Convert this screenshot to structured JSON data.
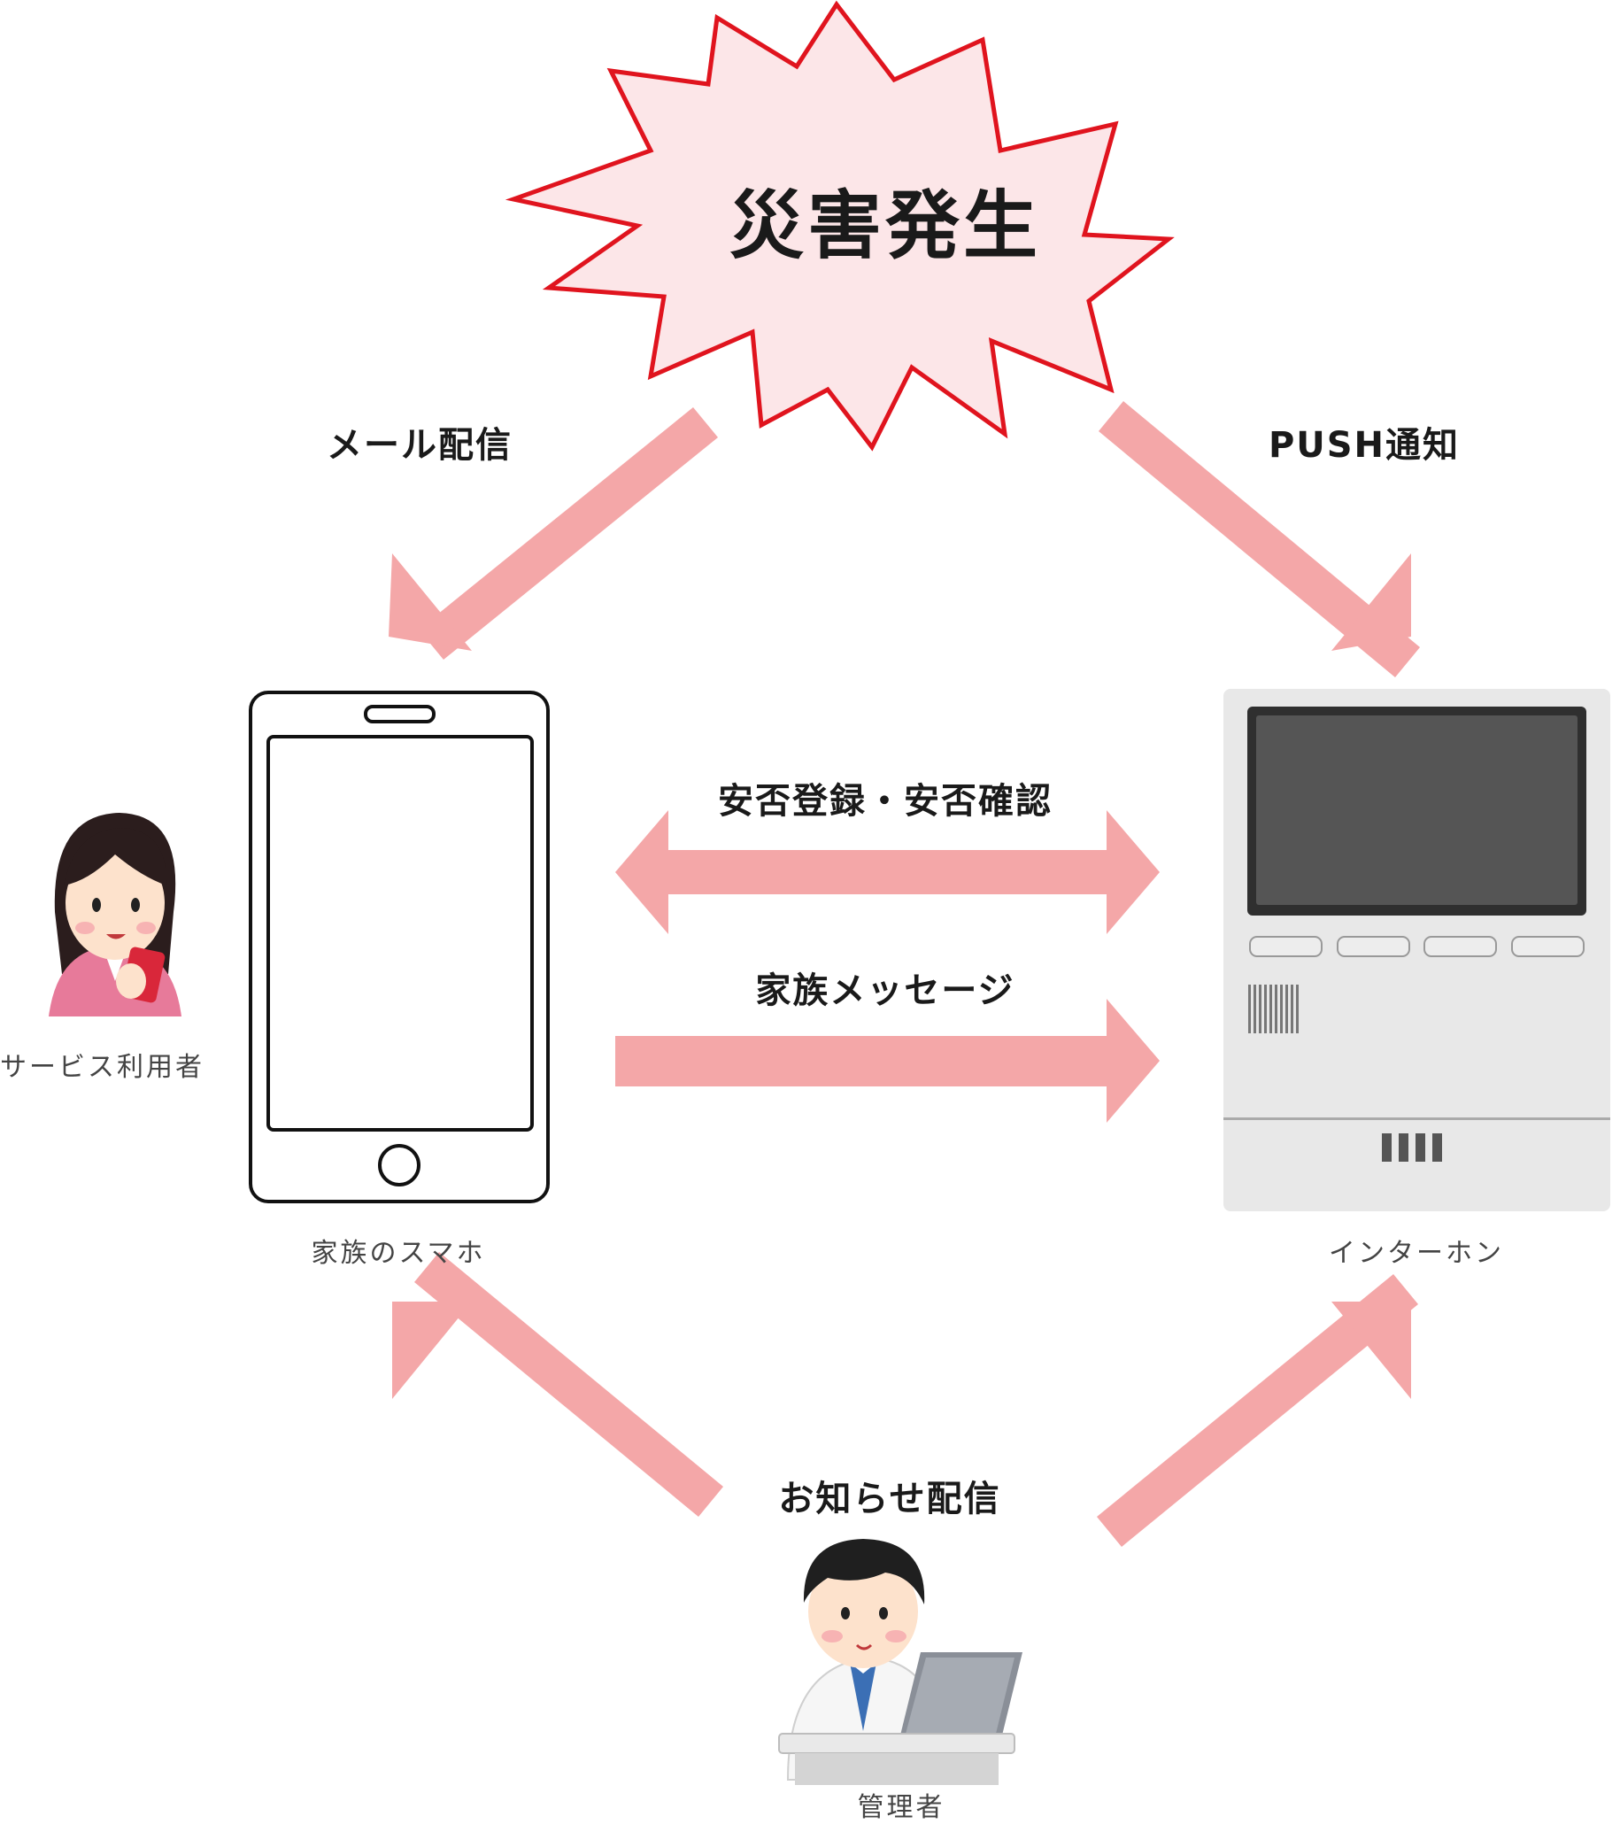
{
  "burst": {
    "label": "災害発生",
    "fill": "#fce6e8",
    "stroke": "#e0141e"
  },
  "arrow_color": "#f4a7a8",
  "flows": {
    "mail": "メール配信",
    "push": "PUSH通知",
    "safety": "安否登録・安否確認",
    "family_message": "家族メッセージ",
    "notice": "お知らせ配信"
  },
  "nodes": {
    "smartphone": "家族のスマホ",
    "intercom": "インターホン",
    "service_user": "サービス利用者",
    "admin": "管理者"
  },
  "icons": {
    "smartphone": "smartphone-icon",
    "intercom": "intercom-icon",
    "service_user": "woman-with-phone-icon",
    "admin": "admin-at-laptop-icon"
  }
}
